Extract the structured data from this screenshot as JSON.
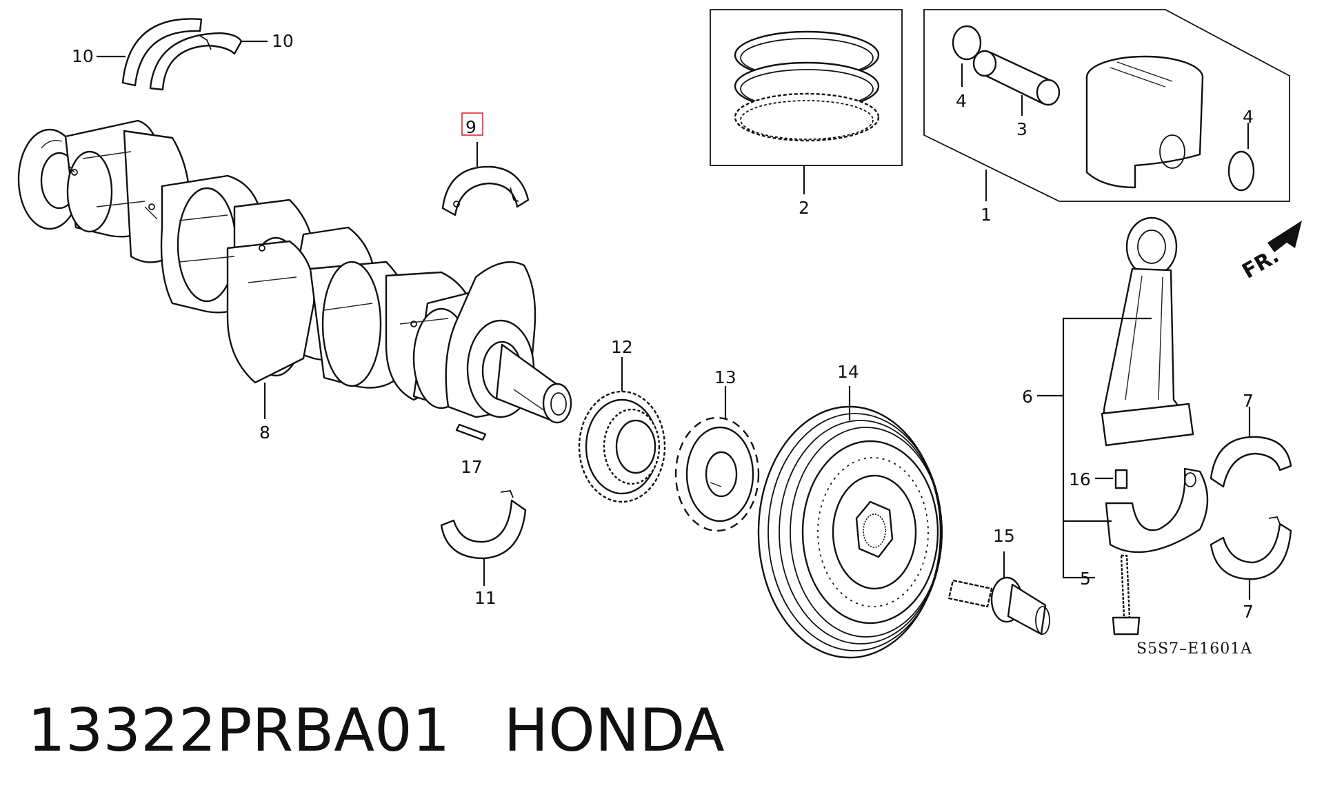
{
  "callouts": {
    "c1": "1",
    "c2": "2",
    "c3": "3",
    "c4a": "4",
    "c4b": "4",
    "c5": "5",
    "c6": "6",
    "c7a": "7",
    "c7b": "7",
    "c8": "8",
    "c9": "9",
    "c10a": "10",
    "c10b": "10",
    "c11": "11",
    "c12": "12",
    "c13": "13",
    "c14": "14",
    "c15": "15",
    "c16": "16",
    "c17": "17"
  },
  "direction_label": "FR.",
  "diagram_code": "S5S7–E1601A",
  "highlight": {
    "callout": "9",
    "color": "#e0282e"
  },
  "footer": {
    "part_number": "13322PRBA01",
    "brand": "HONDA"
  }
}
